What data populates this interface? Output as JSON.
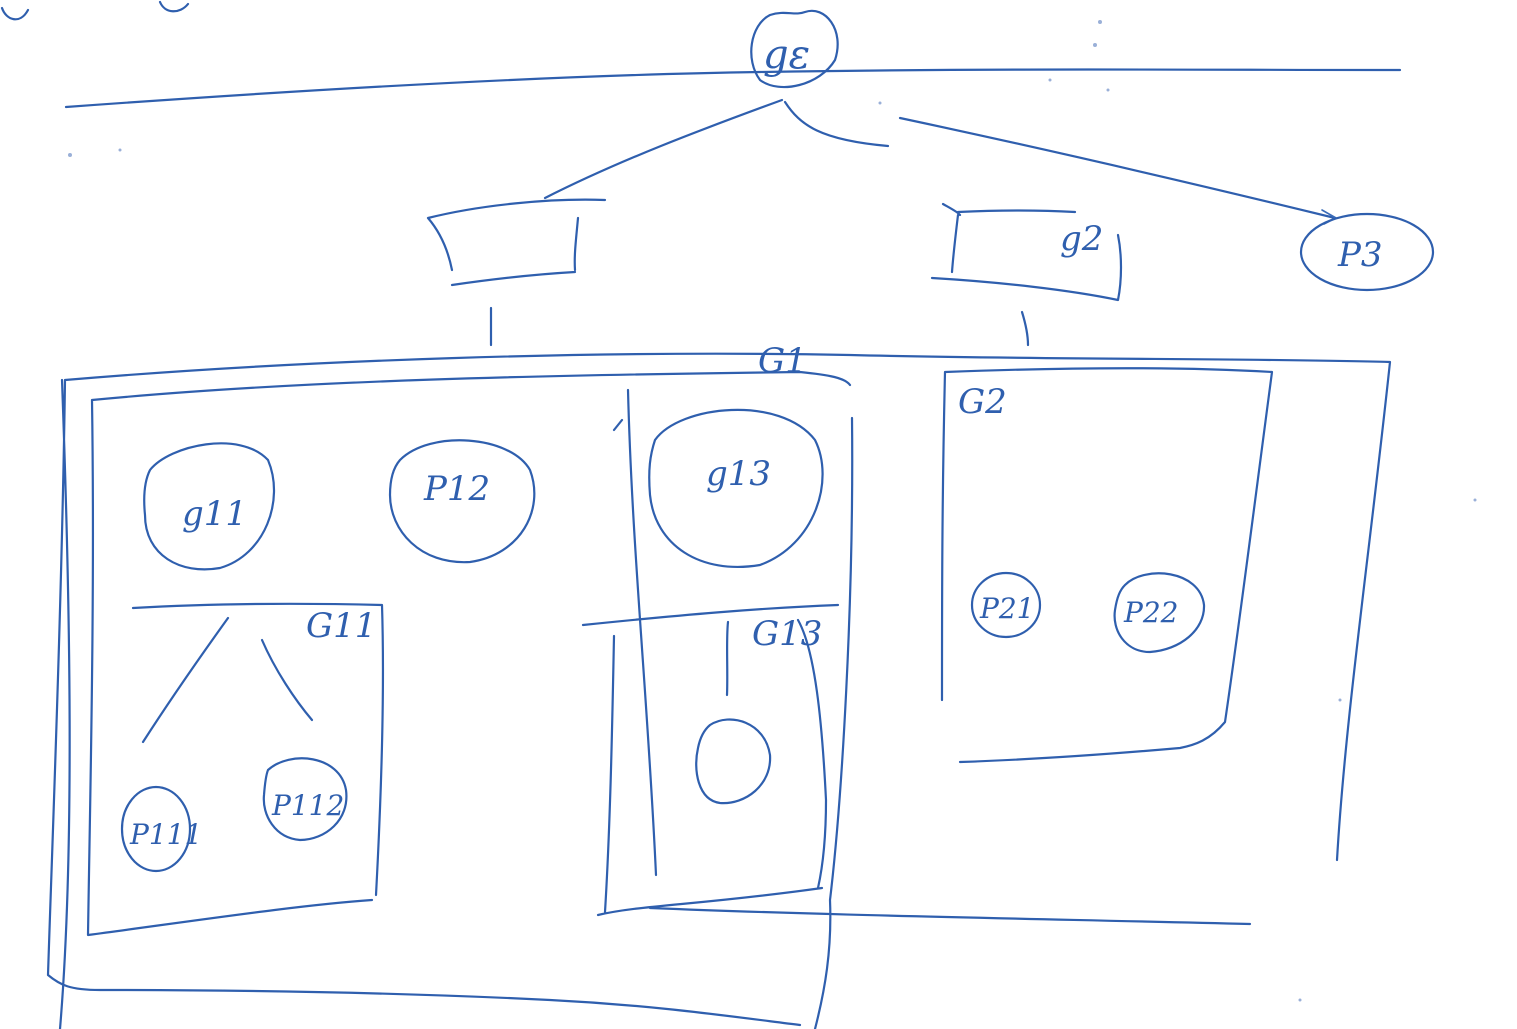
{
  "colors": {
    "ink": "#2f5fae",
    "paper": "#ffffff"
  },
  "labels": {
    "root": "gε",
    "left_box": "",
    "g2": "g2",
    "p3": "P3",
    "G1": "G1",
    "G2": "G2",
    "g11": "g11",
    "p12": "P12",
    "g13": "g13",
    "G11": "G11",
    "G13": "G13",
    "p111": "P111",
    "p112": "P112",
    "p21": "P21",
    "p22": "P22",
    "g13_child": ""
  }
}
